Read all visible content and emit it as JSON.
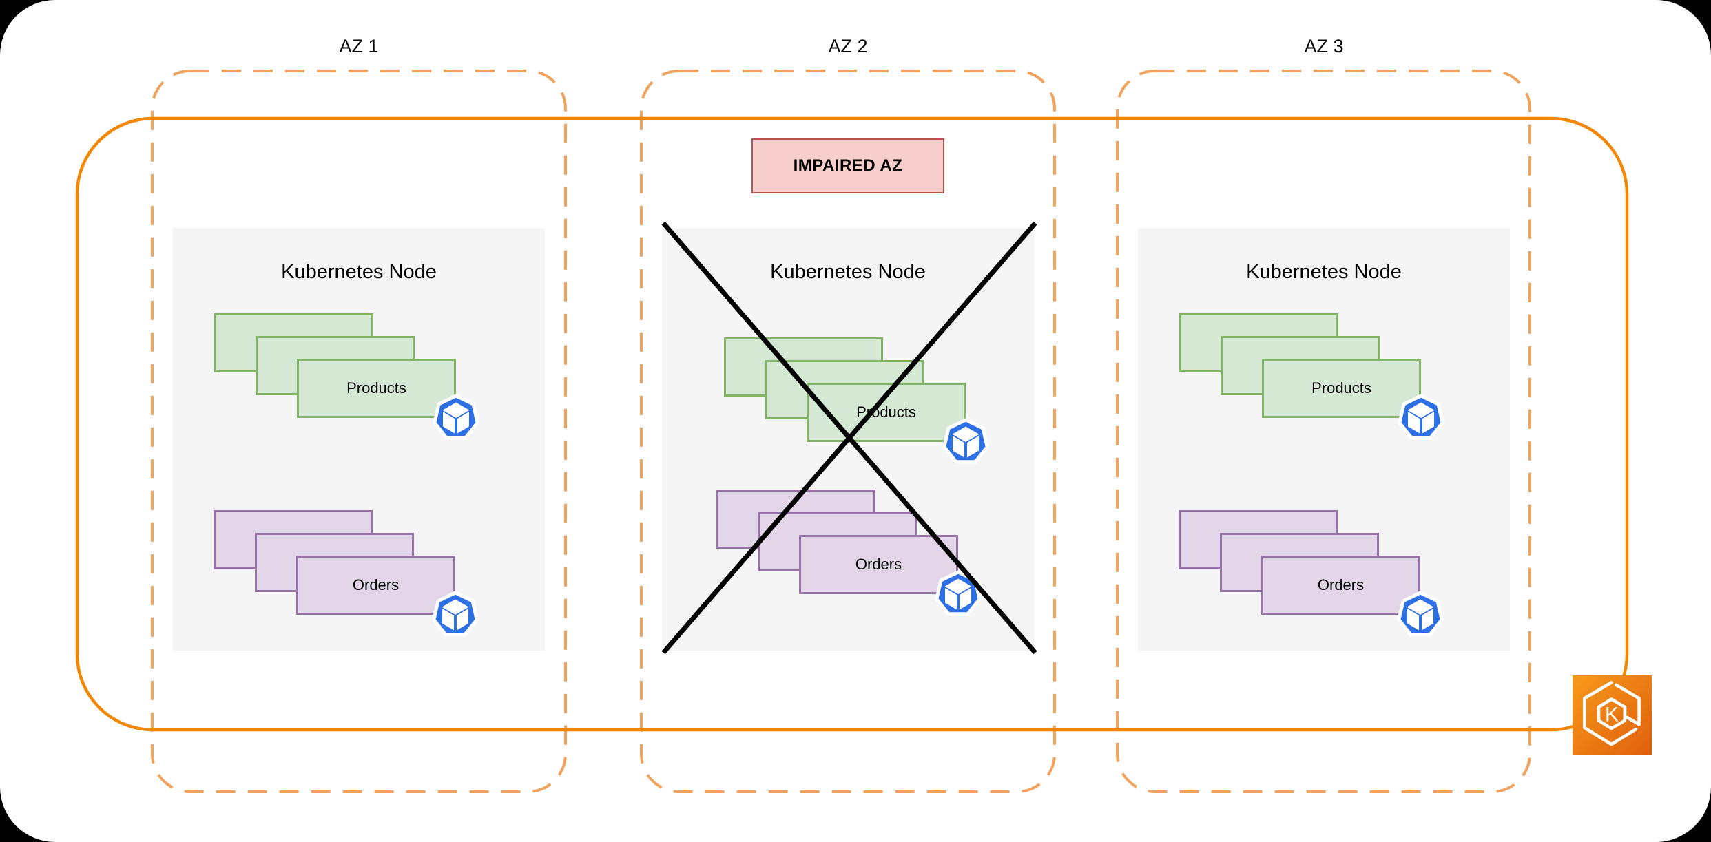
{
  "zones": [
    {
      "label": "AZ 1",
      "impaired": false,
      "node": {
        "title": "Kubernetes Node",
        "stacks": [
          {
            "label": "Products",
            "replicas": 3
          },
          {
            "label": "Orders",
            "replicas": 3
          }
        ]
      }
    },
    {
      "label": "AZ 2",
      "impaired": true,
      "badge": "IMPAIRED AZ",
      "node": {
        "title": "Kubernetes Node",
        "stacks": [
          {
            "label": "Products",
            "replicas": 3
          },
          {
            "label": "Orders",
            "replicas": 3
          }
        ]
      }
    },
    {
      "label": "AZ 3",
      "impaired": false,
      "node": {
        "title": "Kubernetes Node",
        "stacks": [
          {
            "label": "Products",
            "replicas": 3
          },
          {
            "label": "Orders",
            "replicas": 3
          }
        ]
      }
    }
  ],
  "cluster": {
    "icon_letter": "K"
  },
  "colors": {
    "az_dashed_border": "#F0A35F",
    "cluster_border": "#F28705",
    "node_bg": "#F5F5F5",
    "products_fill": "#D5E8D4",
    "products_border": "#82B366",
    "orders_fill": "#E1D5E7",
    "orders_border": "#9673A6",
    "badge_fill": "#F8CECC",
    "badge_border": "#B85450",
    "pod_blue": "#2D6FE4",
    "cross": "#000000",
    "eks_gradient_start": "#F79A1A",
    "eks_gradient_end": "#E05F0D"
  }
}
